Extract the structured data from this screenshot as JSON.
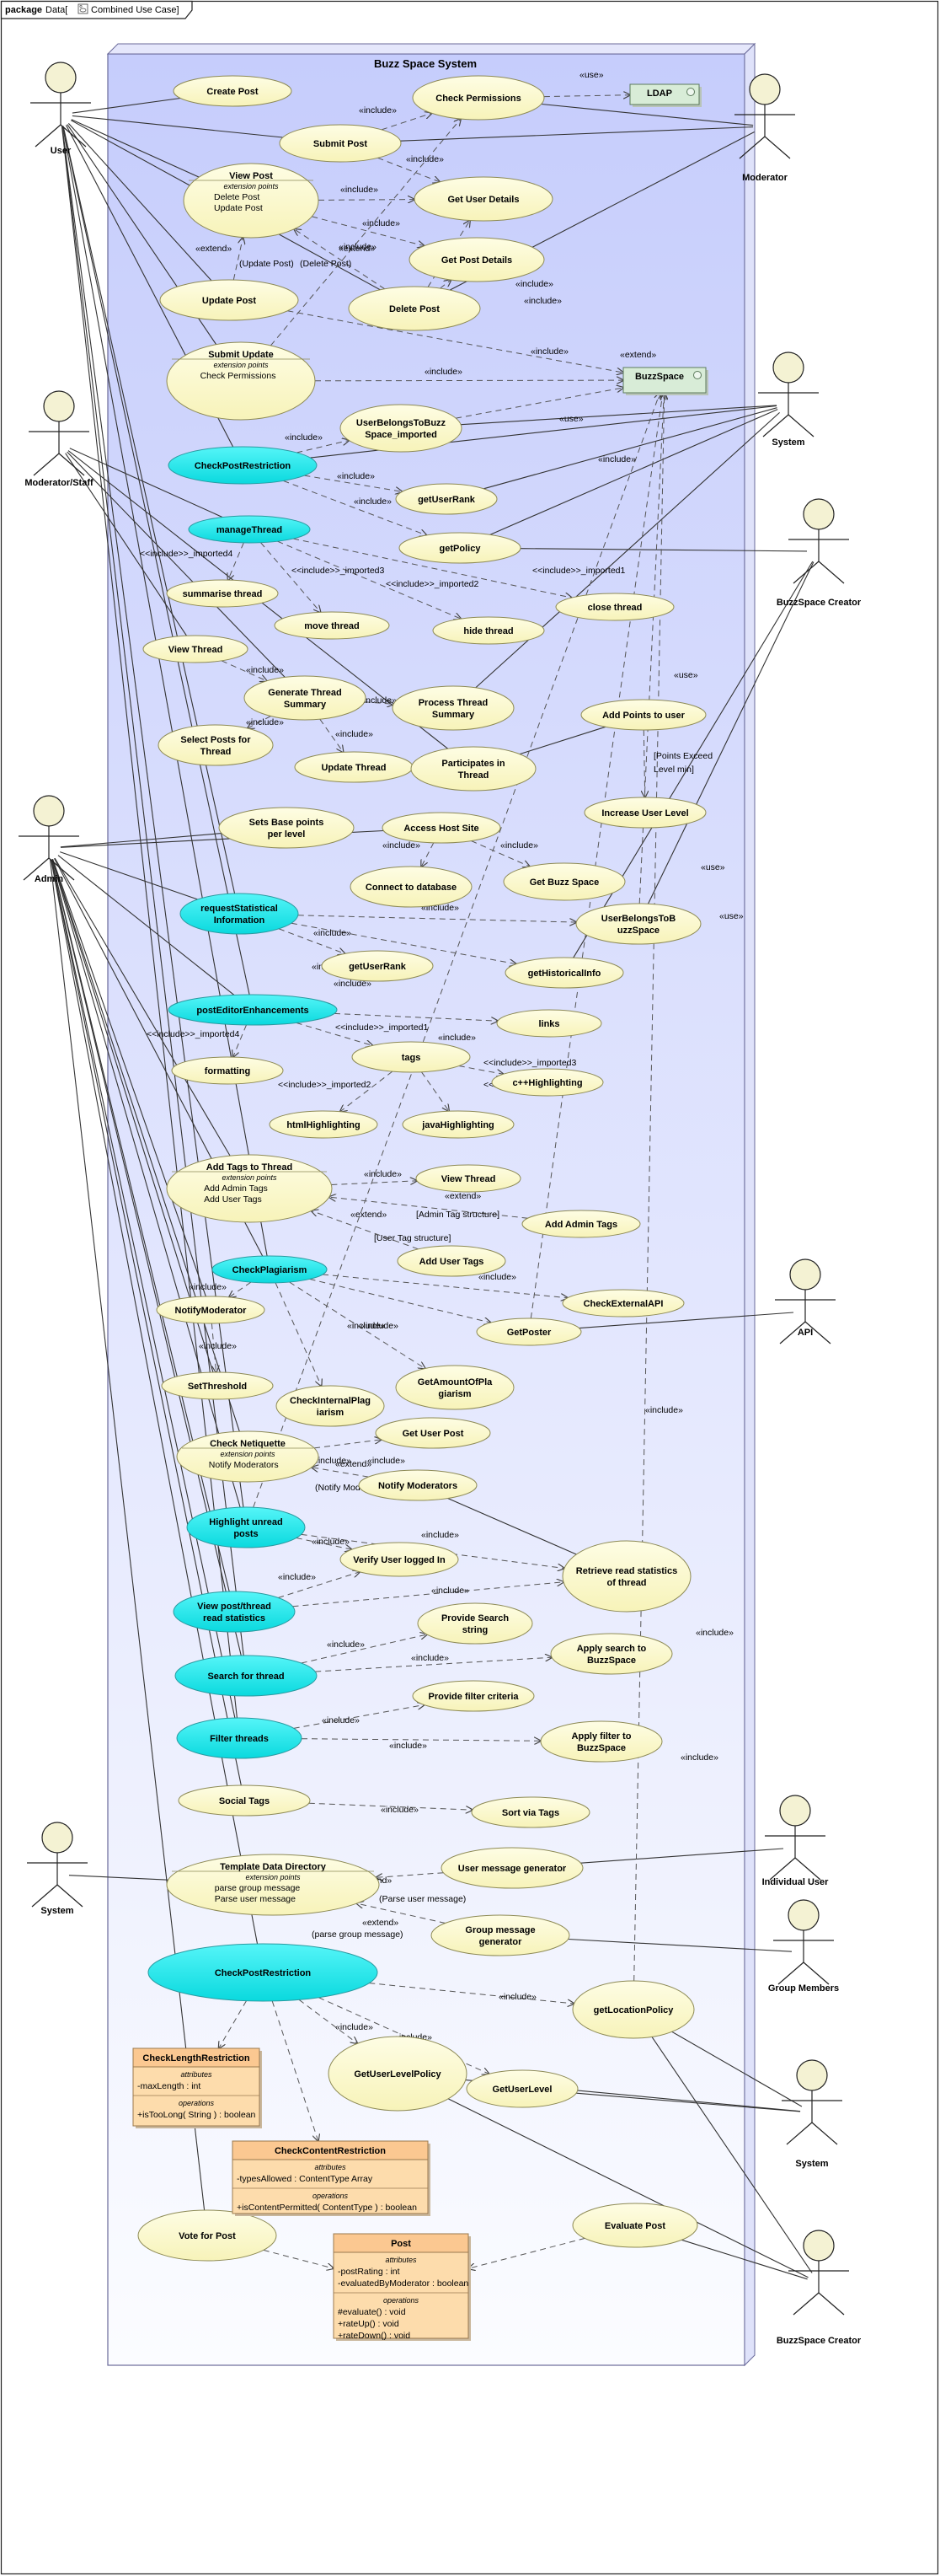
{
  "frame": {
    "keyword": "package",
    "name": "Data",
    "diagram_name": "Combined Use Case",
    "icon": "use-case-diagram-icon"
  },
  "system_boundary": {
    "title": "Buzz Space System"
  },
  "actors": [
    {
      "id": "user",
      "label": "User"
    },
    {
      "id": "moderator",
      "label": "Moderator"
    },
    {
      "id": "system1",
      "label": "System"
    },
    {
      "id": "modstaff",
      "label": "Moderator/Staff"
    },
    {
      "id": "creator1",
      "label": "BuzzSpace Creator"
    },
    {
      "id": "admin",
      "label": "Admin"
    },
    {
      "id": "api",
      "label": "API"
    },
    {
      "id": "system2",
      "label": "System"
    },
    {
      "id": "induser",
      "label": "Individual User"
    },
    {
      "id": "groupmem",
      "label": "Group Members"
    },
    {
      "id": "system3",
      "label": "System"
    },
    {
      "id": "creator2",
      "label": "BuzzSpace Creator"
    }
  ],
  "external_systems": [
    {
      "id": "ldap",
      "label": "LDAP"
    },
    {
      "id": "buzzspace",
      "label": "BuzzSpace"
    }
  ],
  "use_cases": [
    {
      "id": "createpost",
      "lines": [
        "Create Post"
      ]
    },
    {
      "id": "checkperm",
      "lines": [
        "Check Permissions"
      ]
    },
    {
      "id": "submitpost",
      "lines": [
        "Submit Post"
      ]
    },
    {
      "id": "viewpost",
      "lines": [
        "View Post"
      ],
      "ext_title": "extension points",
      "ext": [
        "Delete Post",
        "Update Post"
      ]
    },
    {
      "id": "getuserdetails",
      "lines": [
        "Get User Details"
      ]
    },
    {
      "id": "getpostdetails",
      "lines": [
        "Get Post Details"
      ]
    },
    {
      "id": "updatepost",
      "lines": [
        "Update Post"
      ]
    },
    {
      "id": "deletepost",
      "lines": [
        "Delete Post"
      ]
    },
    {
      "id": "submitupdate",
      "lines": [
        "Submit Update"
      ],
      "ext_title": "extension points",
      "ext": [
        "Check Permissions"
      ]
    },
    {
      "id": "userbelongs1",
      "lines": [
        "UserBelongsToBuzz",
        "Space_imported"
      ]
    },
    {
      "id": "checkpostrestr1",
      "lines": [
        "CheckPostRestriction"
      ]
    },
    {
      "id": "getuserrank1",
      "lines": [
        "getUserRank"
      ]
    },
    {
      "id": "managethread",
      "lines": [
        "manageThread"
      ]
    },
    {
      "id": "getpolicy",
      "lines": [
        "getPolicy"
      ]
    },
    {
      "id": "summarisethread",
      "lines": [
        "summarise thread"
      ]
    },
    {
      "id": "closethread",
      "lines": [
        "close thread"
      ]
    },
    {
      "id": "movethread",
      "lines": [
        "move thread"
      ]
    },
    {
      "id": "hidethread",
      "lines": [
        "hide thread"
      ]
    },
    {
      "id": "viewthread1",
      "lines": [
        "View Thread"
      ]
    },
    {
      "id": "genthreadsum",
      "lines": [
        "Generate Thread",
        "Summary"
      ]
    },
    {
      "id": "procthreadsum",
      "lines": [
        "Process Thread",
        "Summary"
      ]
    },
    {
      "id": "addpoints",
      "lines": [
        "Add Points to user"
      ]
    },
    {
      "id": "selectposts",
      "lines": [
        "Select Posts for",
        "Thread"
      ]
    },
    {
      "id": "updatethread",
      "lines": [
        "Update Thread"
      ]
    },
    {
      "id": "participates",
      "lines": [
        "Participates in",
        "Thread"
      ]
    },
    {
      "id": "incuserlevel",
      "lines": [
        "Increase User Level"
      ]
    },
    {
      "id": "setsbase",
      "lines": [
        "Sets Base points",
        "per level"
      ]
    },
    {
      "id": "accesshost",
      "lines": [
        "Access Host Site"
      ]
    },
    {
      "id": "connectdb",
      "lines": [
        "Connect to database"
      ]
    },
    {
      "id": "getbuzzspace",
      "lines": [
        "Get Buzz Space"
      ]
    },
    {
      "id": "reqstat",
      "lines": [
        "requestStatistical",
        "Information"
      ]
    },
    {
      "id": "userbelongs2",
      "lines": [
        "UserBelongsToB",
        "uzzSpace"
      ]
    },
    {
      "id": "getuserrank2",
      "lines": [
        "getUserRank"
      ]
    },
    {
      "id": "gethistorical",
      "lines": [
        "getHistoricalInfo"
      ]
    },
    {
      "id": "posteditor",
      "lines": [
        "postEditorEnhancements"
      ]
    },
    {
      "id": "links",
      "lines": [
        "links"
      ]
    },
    {
      "id": "formatting",
      "lines": [
        "formatting"
      ]
    },
    {
      "id": "tags",
      "lines": [
        "tags"
      ]
    },
    {
      "id": "cpphl",
      "lines": [
        "c++Highlighting"
      ]
    },
    {
      "id": "htmlhl",
      "lines": [
        "htmlHighlighting"
      ]
    },
    {
      "id": "javahl",
      "lines": [
        "javaHighlighting"
      ]
    },
    {
      "id": "addtags",
      "lines": [
        "Add Tags to Thread"
      ],
      "ext_title": "extension points",
      "ext": [
        "Add Admin Tags",
        "Add User Tags"
      ]
    },
    {
      "id": "viewthread2",
      "lines": [
        "View Thread"
      ]
    },
    {
      "id": "addadmintags",
      "lines": [
        "Add Admin Tags"
      ]
    },
    {
      "id": "addusertags",
      "lines": [
        "Add User Tags"
      ]
    },
    {
      "id": "checkplag",
      "lines": [
        "CheckPlagiarism"
      ]
    },
    {
      "id": "notifymod",
      "lines": [
        "NotifyModerator"
      ]
    },
    {
      "id": "checkextapi",
      "lines": [
        "CheckExternalAPI"
      ]
    },
    {
      "id": "getposter",
      "lines": [
        "GetPoster"
      ]
    },
    {
      "id": "setthreshold",
      "lines": [
        "SetThreshold"
      ]
    },
    {
      "id": "checkintplag",
      "lines": [
        "CheckInternalPlag",
        "iarism"
      ]
    },
    {
      "id": "getamount",
      "lines": [
        "GetAmountOfPla",
        "giarism"
      ]
    },
    {
      "id": "checknetiq",
      "lines": [
        "Check Netiquette"
      ],
      "ext_title": "extension points",
      "ext": [
        "Notify Moderators"
      ]
    },
    {
      "id": "getuserpost",
      "lines": [
        "Get User Post"
      ]
    },
    {
      "id": "notifymods",
      "lines": [
        "Notify Moderators"
      ]
    },
    {
      "id": "highlight",
      "lines": [
        "Highlight unread",
        "posts"
      ]
    },
    {
      "id": "verifyuser",
      "lines": [
        "Verify User logged In"
      ]
    },
    {
      "id": "retrieveread",
      "lines": [
        "Retrieve read statistics",
        "of thread"
      ]
    },
    {
      "id": "viewpoststat",
      "lines": [
        "View post/thread",
        "read statistics"
      ]
    },
    {
      "id": "providesearch",
      "lines": [
        "Provide Search",
        "string"
      ]
    },
    {
      "id": "searchthread",
      "lines": [
        "Search for thread"
      ]
    },
    {
      "id": "applysearch",
      "lines": [
        "Apply search to",
        "BuzzSpace"
      ]
    },
    {
      "id": "providefilter",
      "lines": [
        "Provide filter criteria"
      ]
    },
    {
      "id": "filterthreads",
      "lines": [
        "Filter threads"
      ]
    },
    {
      "id": "applyfilter",
      "lines": [
        "Apply filter to",
        "BuzzSpace"
      ]
    },
    {
      "id": "socialtags",
      "lines": [
        "Social Tags"
      ]
    },
    {
      "id": "sortvia",
      "lines": [
        "Sort via Tags"
      ]
    },
    {
      "id": "templatedir",
      "lines": [
        "Template Data Directory"
      ],
      "ext_title": "extension points",
      "ext": [
        "parse group message",
        "Parse user message"
      ]
    },
    {
      "id": "usermsggen",
      "lines": [
        "User message generator"
      ]
    },
    {
      "id": "groupmsggen",
      "lines": [
        "Group message",
        "generator"
      ]
    },
    {
      "id": "checkpostrestr2",
      "lines": [
        "CheckPostRestriction"
      ]
    },
    {
      "id": "getlocpolicy",
      "lines": [
        "getLocationPolicy"
      ]
    },
    {
      "id": "getuserlevpol",
      "lines": [
        "GetUserLevelPolicy"
      ]
    },
    {
      "id": "getuserlevel",
      "lines": [
        "GetUserLevel"
      ]
    },
    {
      "id": "voteforpost",
      "lines": [
        "Vote for Post"
      ]
    },
    {
      "id": "evaluatepost",
      "lines": [
        "Evaluate Post"
      ]
    }
  ],
  "classes": [
    {
      "id": "clr",
      "name": "CheckLengthRestriction",
      "attr_title": "attributes",
      "attributes": [
        "-maxLength : int"
      ],
      "op_title": "operations",
      "operations": [
        "+isTooLong( String ) : boolean"
      ]
    },
    {
      "id": "ccr",
      "name": "CheckContentRestriction",
      "attr_title": "attributes",
      "attributes": [
        "-typesAllowed : ContentType Array"
      ],
      "op_title": "operations",
      "operations": [
        "+isContentPermitted( ContentType ) : boolean"
      ]
    },
    {
      "id": "post",
      "name": "Post",
      "attr_title": "attributes",
      "attributes": [
        "-postRating : int",
        "-evaluatedByModerator : boolean"
      ],
      "op_title": "operations",
      "operations": [
        "#evaluate() : void",
        "+rateUp() : void",
        "+rateDown() : void"
      ]
    }
  ],
  "labels": [
    {
      "id": "l01",
      "text": "«use»"
    },
    {
      "id": "l02",
      "text": "«include»"
    },
    {
      "id": "l03",
      "text": "«include»"
    },
    {
      "id": "l04",
      "text": "«include»"
    },
    {
      "id": "l05",
      "text": "«include»"
    },
    {
      "id": "l06",
      "text": "«include»"
    },
    {
      "id": "l07",
      "text": "«extend»"
    },
    {
      "id": "l08",
      "text": "«extend»"
    },
    {
      "id": "l09",
      "text": "(Update Post)"
    },
    {
      "id": "l10",
      "text": "(Delete Post)"
    },
    {
      "id": "l11",
      "text": "«include»"
    },
    {
      "id": "l12",
      "text": "«include»"
    },
    {
      "id": "l13",
      "text": "«include»"
    },
    {
      "id": "l14",
      "text": "«extend»"
    },
    {
      "id": "l15",
      "text": "«include»"
    },
    {
      "id": "l16",
      "text": "«use»"
    },
    {
      "id": "l17",
      "text": "«include»"
    },
    {
      "id": "l18",
      "text": "«include»"
    },
    {
      "id": "l19",
      "text": "«include»"
    },
    {
      "id": "l20",
      "text": "<<include>>_imported4"
    },
    {
      "id": "l21",
      "text": "<<include>>_imported3"
    },
    {
      "id": "l22",
      "text": "<<include>>_imported2"
    },
    {
      "id": "l23",
      "text": "<<include>>_imported1"
    },
    {
      "id": "l24",
      "text": "«include»"
    },
    {
      "id": "l25",
      "text": "«include»"
    },
    {
      "id": "l26",
      "text": "«include»"
    },
    {
      "id": "l27",
      "text": "«include»"
    },
    {
      "id": "l28",
      "text": "«use»"
    },
    {
      "id": "l29",
      "text": "«include»"
    },
    {
      "id": "l30",
      "text": "[Points Exceed"
    },
    {
      "id": "l31",
      "text": "Level min]"
    },
    {
      "id": "l32",
      "text": "«include»"
    },
    {
      "id": "l33",
      "text": "«include»"
    },
    {
      "id": "l34",
      "text": "«include»"
    },
    {
      "id": "l35",
      "text": "«use»"
    },
    {
      "id": "l36",
      "text": "«use»"
    },
    {
      "id": "l37",
      "text": "«include»"
    },
    {
      "id": "l38",
      "text": "«include»"
    },
    {
      "id": "l39",
      "text": "«include»"
    },
    {
      "id": "l40",
      "text": "<<include>>_imported1"
    },
    {
      "id": "l41",
      "text": "<<include>>_imported4"
    },
    {
      "id": "l42",
      "text": "«include»"
    },
    {
      "id": "l43",
      "text": "<<include>>_imported3"
    },
    {
      "id": "l44",
      "text": "<<include>>_imported2"
    },
    {
      "id": "l45",
      "text": "<<include>>_imported"
    },
    {
      "id": "l46",
      "text": "«include»"
    },
    {
      "id": "l47",
      "text": "«extend»"
    },
    {
      "id": "l48",
      "text": "[Admin Tag structure]"
    },
    {
      "id": "l49",
      "text": "«extend»"
    },
    {
      "id": "l50",
      "text": "[User Tag structure]"
    },
    {
      "id": "l51",
      "text": "«include»"
    },
    {
      "id": "l52",
      "text": "«include»"
    },
    {
      "id": "l53",
      "text": "«include»"
    },
    {
      "id": "l54",
      "text": "«include»"
    },
    {
      "id": "l55",
      "text": "«include»"
    },
    {
      "id": "l56",
      "text": "«include»"
    },
    {
      "id": "l57",
      "text": "«include»"
    },
    {
      "id": "l58",
      "text": "«include»"
    },
    {
      "id": "l59",
      "text": "«extend»"
    },
    {
      "id": "l60",
      "text": "(Notify Moderators)"
    },
    {
      "id": "l61",
      "text": "«include»"
    },
    {
      "id": "l62",
      "text": "«include»"
    },
    {
      "id": "l63",
      "text": "«include»"
    },
    {
      "id": "l64",
      "text": "«include»"
    },
    {
      "id": "l65",
      "text": "«include»"
    },
    {
      "id": "l66",
      "text": "«include»"
    },
    {
      "id": "l67",
      "text": "«include»"
    },
    {
      "id": "l68",
      "text": "«include»"
    },
    {
      "id": "l69",
      "text": "«include»"
    },
    {
      "id": "l70",
      "text": "«include»"
    },
    {
      "id": "l71",
      "text": "«include»"
    },
    {
      "id": "l72",
      "text": "«extend»"
    },
    {
      "id": "l73",
      "text": "(Parse user message)"
    },
    {
      "id": "l74",
      "text": "«extend»"
    },
    {
      "id": "l75",
      "text": "(parse group message)"
    },
    {
      "id": "l76",
      "text": "«include»"
    },
    {
      "id": "l77",
      "text": "«include»"
    },
    {
      "id": "l78",
      "text": "«include»"
    }
  ],
  "colors": {
    "usecase_fill": "#fdfbd2",
    "highlight_fill": "#16eef2",
    "system_fill_top": "#c6cdfc",
    "system_fill_bottom": "#fbfcff",
    "class_fill": "#fddcac",
    "class_header": "#fbc891",
    "component_fill": "#d8ecd7",
    "stroke": "#555555"
  }
}
